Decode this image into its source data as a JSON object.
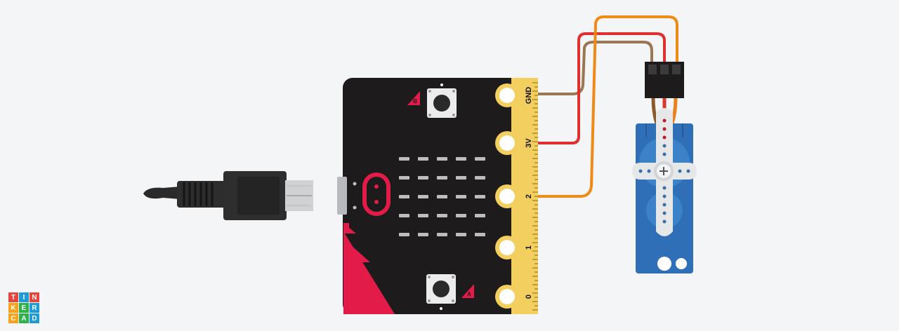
{
  "microbit": {
    "pins": [
      {
        "label": "GND"
      },
      {
        "label": "3V"
      },
      {
        "label": "2"
      },
      {
        "label": "1"
      },
      {
        "label": "0"
      }
    ],
    "button_a_label": "A",
    "button_b_label": "B"
  },
  "wires": [
    {
      "from": "GND",
      "to": "servo-brown",
      "color": "#9b7653"
    },
    {
      "from": "3V",
      "to": "servo-red",
      "color": "#e02f2f"
    },
    {
      "from": "2",
      "to": "servo-orange",
      "color": "#ef8a17"
    }
  ],
  "colors": {
    "board": "#1d1b1c",
    "accent": "#e31b48",
    "pin_gold": "#f2cf5f",
    "servo_blue": "#2f6fb8",
    "background": "#f4f5f7"
  },
  "logo": {
    "letters": [
      "T",
      "I",
      "N",
      "K",
      "E",
      "R",
      "C",
      "A",
      "D"
    ],
    "colors": [
      "#e7443c",
      "#1d9bd7",
      "#e7443c",
      "#f7a21b",
      "#2eb24a",
      "#1d9bd7",
      "#f7a21b",
      "#2eb24a",
      "#1d9bd7"
    ]
  }
}
